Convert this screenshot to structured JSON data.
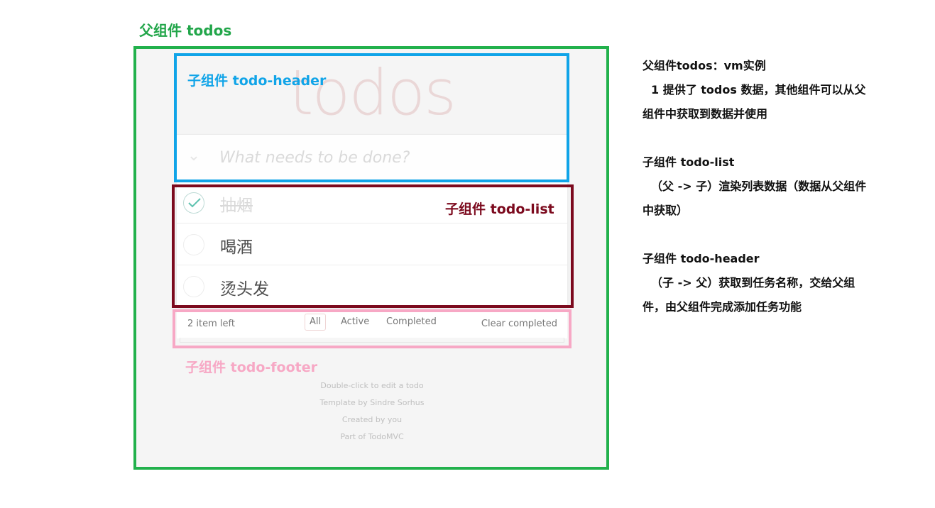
{
  "parent": {
    "label": "父组件 todos"
  },
  "app": {
    "title": "todos",
    "new_todo_placeholder": "What needs to be done?",
    "toggle_all_glyph": "⌄",
    "todos": [
      {
        "text": "抽烟",
        "completed": true
      },
      {
        "text": "喝酒",
        "completed": false
      },
      {
        "text": "烫头发",
        "completed": false
      }
    ],
    "footer": {
      "count": "2 item left",
      "filters": [
        "All",
        "Active",
        "Completed"
      ],
      "selected_filter": "All",
      "clear": "Clear completed"
    },
    "info": [
      "Double-click to edit a todo",
      "Template by Sindre Sorhus",
      "Created by you",
      "Part of TodoMVC"
    ]
  },
  "labels": {
    "header": "子组件 todo-header",
    "list": "子组件 todo-list",
    "footer": "子组件 todo-footer"
  },
  "colors": {
    "parent_border": "#22b14c",
    "header_border": "#10a4e8",
    "list_border": "#7c0a1e",
    "footer_border": "#f7a8c5"
  },
  "notes": [
    {
      "lines": [
        "父组件todos：vm实例",
        "1 提供了 todos 数据，其他组件可以从父",
        "组件中获取到数据并使用"
      ]
    },
    {
      "lines": [
        "子组件 todo-list",
        "（父 -> 子）渲染列表数据（数据从父组件",
        "中获取）"
      ]
    },
    {
      "lines": [
        "子组件 todo-header",
        "（子 -> 父）获取到任务名称，交给父组",
        "件，由父组件完成添加任务功能"
      ]
    }
  ]
}
